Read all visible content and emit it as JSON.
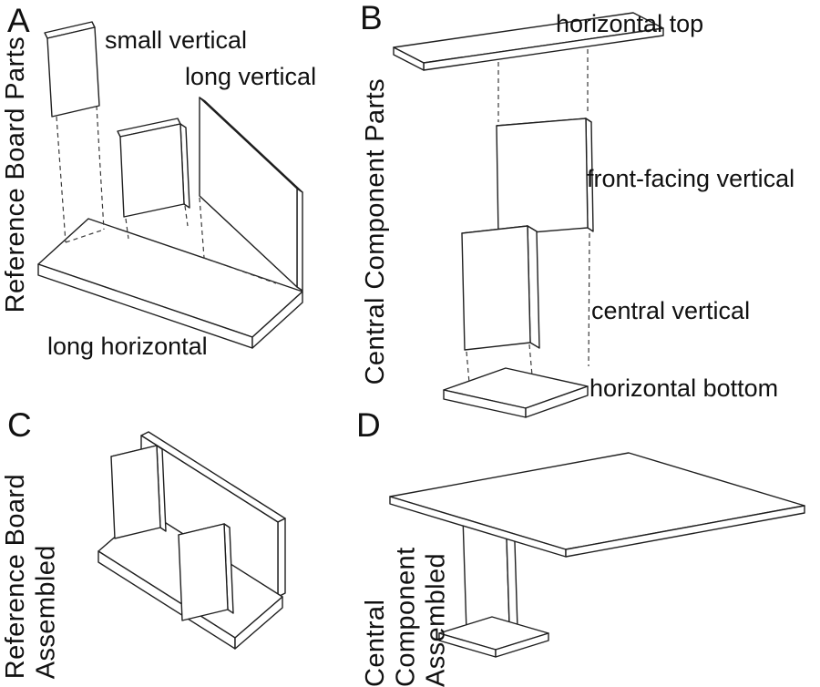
{
  "colors": {
    "line": "#1f1f1f",
    "background": "#ffffff",
    "text": "#111111"
  },
  "panels": {
    "a": {
      "letter": "A",
      "side_label": "Reference Board Parts",
      "labels": {
        "small_vertical": "small vertical",
        "long_vertical": "long vertical",
        "long_horizontal": "long horizontal"
      }
    },
    "b": {
      "letter": "B",
      "side_label": "Central Component Parts",
      "labels": {
        "horizontal_top": "horizontal top",
        "front_facing_vertical": "front-facing vertical",
        "central_vertical": "central vertical",
        "horizontal_bottom": "horizontal bottom"
      }
    },
    "c": {
      "letter": "C",
      "side_label": "Reference Board\nAssembled"
    },
    "d": {
      "letter": "D",
      "side_label": "Central Component\nAssembled"
    }
  }
}
